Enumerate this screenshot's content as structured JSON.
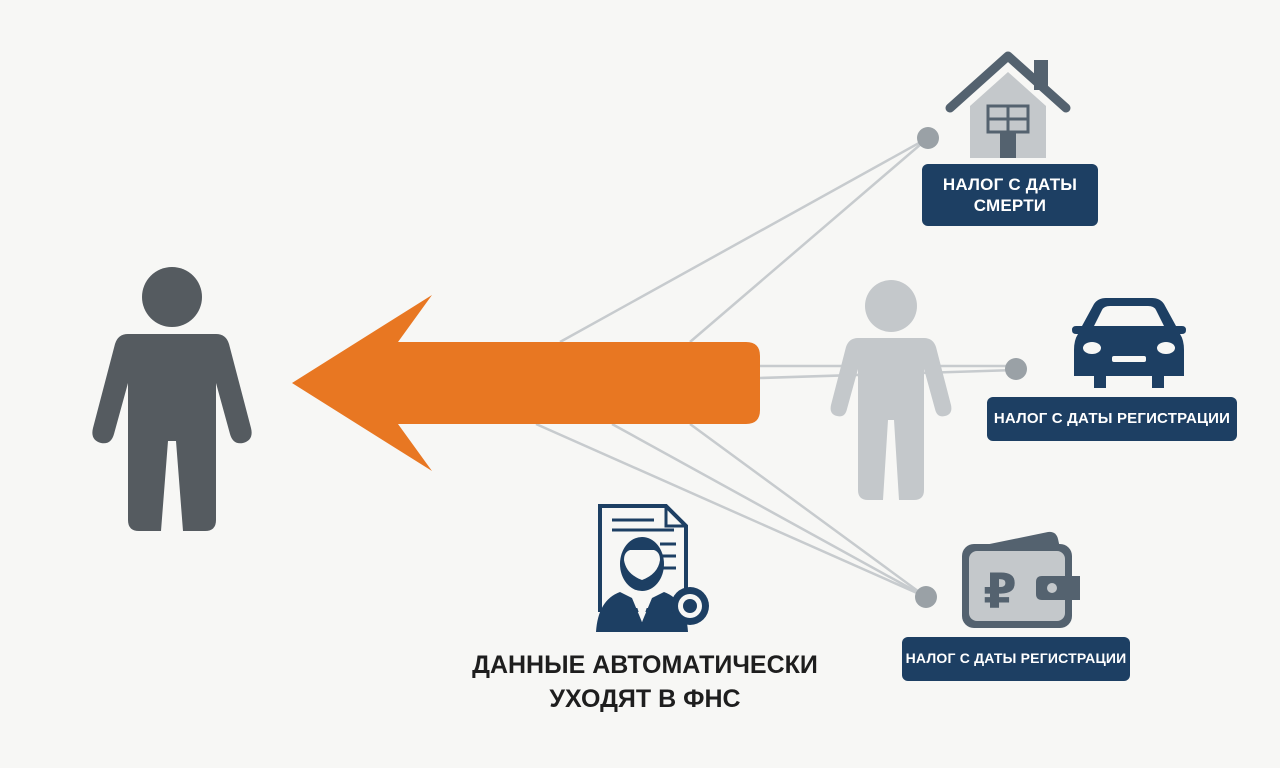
{
  "badges": {
    "house": "НАЛОГ С ДАТЫ СМЕРТИ",
    "car": "НАЛОГ С ДАТЫ РЕГИСТРАЦИИ",
    "wallet": "НАЛОГ С ДАТЫ РЕГИСТРАЦИИ"
  },
  "caption": {
    "line1": "ДАННЫЕ АВТОМАТИЧЕСКИ",
    "line2": "УХОДЯТ В ФНС"
  },
  "wallet_currency_symbol": "₽",
  "icons": {
    "heir": "person-icon",
    "deceased": "person-icon",
    "house": "house-icon",
    "car": "car-icon",
    "wallet": "wallet-ruble-icon",
    "official": "official-document-icon",
    "arrow": "arrow-left-icon"
  },
  "colors": {
    "background": "#f7f7f5",
    "heir": "#555b60",
    "deceased": "#c4c8cb",
    "arrow": "#e87722",
    "navy": "#1d3f63",
    "slate": "#54626f",
    "lines": "#c7cbce",
    "nodes": "#9aa1a6"
  }
}
